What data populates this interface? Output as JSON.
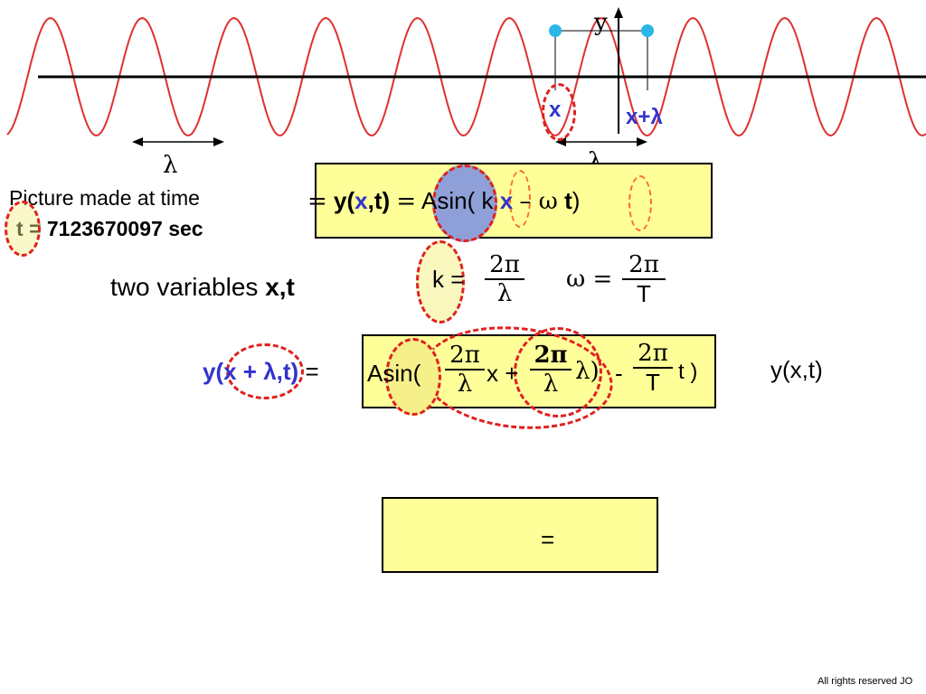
{
  "colors": {
    "wave": "#e03030",
    "axis": "#000000",
    "box_fill": "#ffff99",
    "highlight_blue": "#8fa0d8",
    "highlight_yellow": "#f5f08a",
    "dash_red": "#e02020",
    "dash_orange": "#ff6a2a",
    "marker": "#29b6e8",
    "variable_blue": "#3333cc"
  },
  "diagram": {
    "y_axis_label": "y",
    "lambda_label": "λ",
    "x_label": "x",
    "x_plus_lambda_label": "x+λ"
  },
  "caption": {
    "line1": "Picture made at time",
    "t_var": "t",
    "line2_rest": "= 7123670097 sec"
  },
  "eq1": {
    "prefix_eq": "=",
    "y": "y(",
    "x": "x",
    "comma_t": ",t)",
    "equals": "=",
    "asin": "Asin",
    "paren_open": "(",
    "k": "k",
    "x2": "x",
    "minus_omega": "– ω",
    "t": "t",
    "paren_close": ")"
  },
  "two_variables": {
    "text": "two variables",
    "bold": "x,t"
  },
  "k_def": {
    "lhs": "k =",
    "num": "2π",
    "den": "λ"
  },
  "omega_def": {
    "lhs": "ω =",
    "num": "2π",
    "den": "T"
  },
  "eq2": {
    "lhs_x": "y(x + λ,t)",
    "equals": "=",
    "asin": "Asin(",
    "f1_num": "2π",
    "f1_den": "λ",
    "x_plus": "x +",
    "f2_num": "2π",
    "f2_den": "λ",
    "lambda_paren": "λ)",
    "minus": "-",
    "f3_num": "2π",
    "f3_den": "T",
    "t_close": "t )",
    "result": "y(x,t)"
  },
  "eq3": {
    "text": "="
  },
  "footer": {
    "rights": "All rights reserved JO"
  }
}
